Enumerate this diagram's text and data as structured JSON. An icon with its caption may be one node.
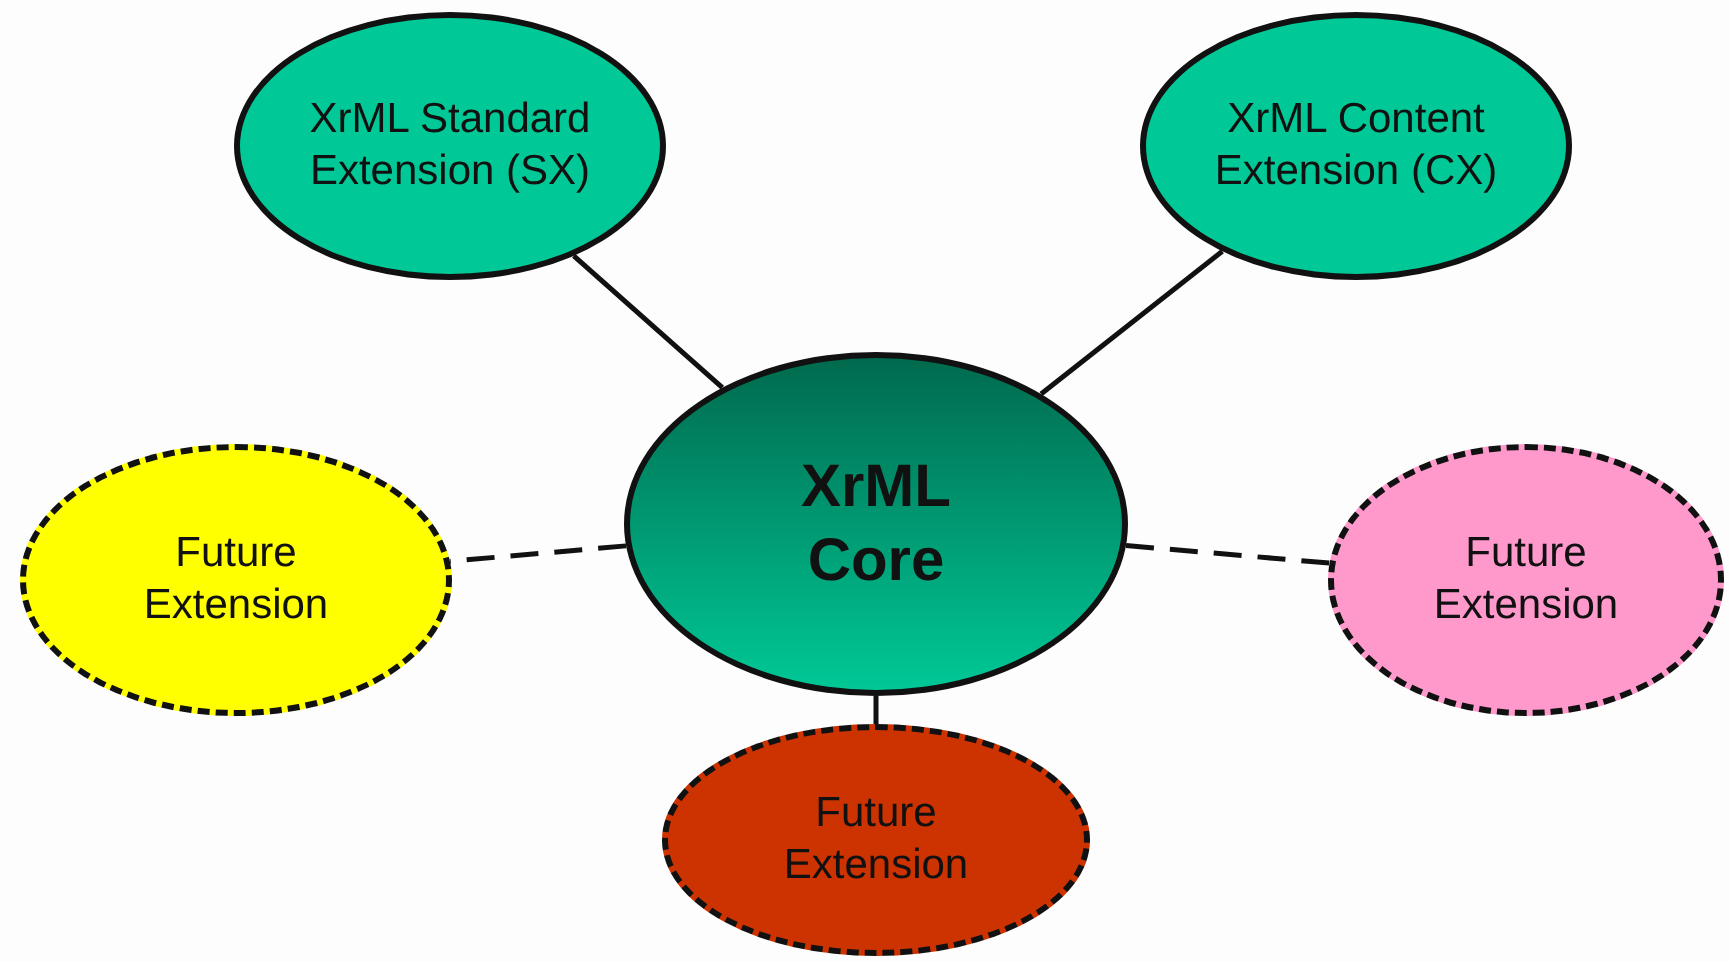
{
  "diagram": {
    "nodes": [
      {
        "text": [
          "XrML Core"
        ]
      },
      {
        "text": [
          "XrML Standard Extension (SX)"
        ]
      },
      {
        "text": [
          "XrML Content Extension (CX)"
        ]
      },
      {
        "text": [
          "Future Extension"
        ]
      },
      {
        "text": [
          "Future Extension"
        ]
      },
      {
        "text": [
          "Future Extension"
        ]
      }
    ],
    "edges": [
      {
        "from": 0,
        "to": 1,
        "arrow": "none"
      },
      {
        "from": 0,
        "to": 2,
        "arrow": "none"
      },
      {
        "from": 0,
        "to": 3,
        "arrow": "none",
        "style": "dashed"
      },
      {
        "from": 0,
        "to": 4,
        "arrow": "none",
        "style": "dashed"
      },
      {
        "from": 0,
        "to": 5,
        "arrow": "none"
      }
    ]
  }
}
